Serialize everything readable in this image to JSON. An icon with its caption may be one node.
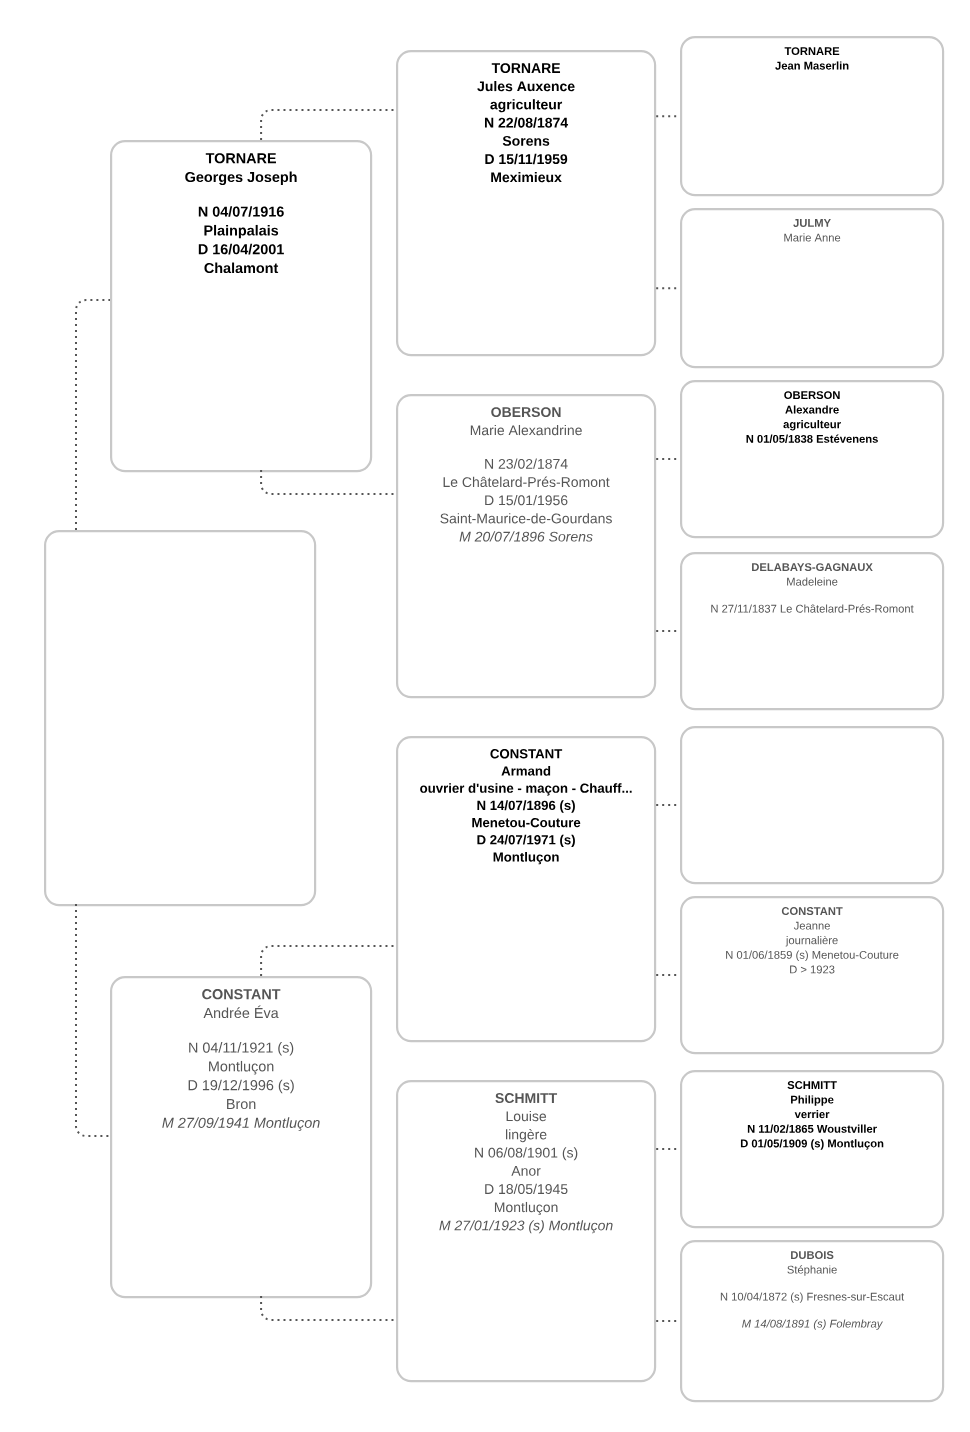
{
  "diagram": {
    "nodes": [
      {
        "text": [],
        "shape": "box"
      },
      {
        "text": [
          "TORNARE",
          "Georges Joseph",
          "N 04/07/1916",
          "Plainpalais",
          "D 16/04/2001",
          "Chalamont"
        ]
      },
      {
        "text": [
          "CONSTANT",
          "Andrée Éva",
          "N 04/11/1921 (s)",
          "Montluçon",
          "D 19/12/1996 (s)",
          "Bron",
          "M 27/09/1941  Montluçon"
        ]
      },
      {
        "text": [
          "TORNARE",
          "Jules Auxence",
          "agriculteur",
          "N 22/08/1874",
          "Sorens",
          "D 15/11/1959",
          "Meximieux"
        ]
      },
      {
        "text": [
          "OBERSON",
          "Marie Alexandrine",
          "N 23/02/1874",
          "Le Châtelard-Prés-Romont",
          "D 15/01/1956",
          "Saint-Maurice-de-Gourdans",
          "M 20/07/1896  Sorens"
        ]
      },
      {
        "text": [
          "CONSTANT",
          "Armand",
          "ouvrier d'usine - maçon - Chauff...",
          "N 14/07/1896 (s)",
          "Menetou-Couture",
          "D 24/07/1971 (s)",
          "Montluçon"
        ]
      },
      {
        "text": [
          "SCHMITT",
          "Louise",
          "lingère",
          "N 06/08/1901 (s)",
          "Anor",
          "D 18/05/1945",
          "Montluçon",
          "M 27/01/1923 (s)  Montluçon"
        ]
      },
      {
        "text": [
          "TORNARE",
          "Jean Maserlin"
        ]
      },
      {
        "text": [
          "JULMY",
          "Marie Anne"
        ]
      },
      {
        "text": [
          "OBERSON",
          "Alexandre",
          "agriculteur",
          "N 01/05/1838  Estévenens"
        ]
      },
      {
        "text": [
          "DELABAYS-GAGNAUX",
          "Madeleine",
          "N 27/11/1837 Le Châtelard-Prés-Romont"
        ]
      },
      {
        "text": [],
        "shape": "box"
      },
      {
        "text": [
          "CONSTANT",
          "Jeanne",
          "journalière",
          "N 01/06/1859 (s)  Menetou-Couture",
          "D > 1923"
        ]
      },
      {
        "text": [
          "SCHMITT",
          "Philippe",
          "verrier",
          "N 11/02/1865  Woustviller",
          "D 01/05/1909 (s)  Montluçon"
        ]
      },
      {
        "text": [
          "DUBOIS",
          "Stéphanie",
          "N 10/04/1872 (s)  Fresnes-sur-Escaut",
          "M 14/08/1891 (s)  Folembray"
        ]
      }
    ],
    "edges": [
      {
        "from": 0,
        "to": 1,
        "arrow": "none",
        "style": "dashed"
      },
      {
        "from": 0,
        "to": 2,
        "arrow": "none",
        "style": "dashed"
      },
      {
        "from": 1,
        "to": 3,
        "arrow": "none",
        "style": "dashed"
      },
      {
        "from": 1,
        "to": 4,
        "arrow": "none",
        "style": "dashed"
      },
      {
        "from": 2,
        "to": 5,
        "arrow": "none",
        "style": "dashed"
      },
      {
        "from": 2,
        "to": 6,
        "arrow": "none",
        "style": "dashed"
      },
      {
        "from": 3,
        "to": 7,
        "arrow": "none",
        "style": "dashed"
      },
      {
        "from": 3,
        "to": 8,
        "arrow": "none",
        "style": "dashed"
      },
      {
        "from": 4,
        "to": 9,
        "arrow": "none",
        "style": "dashed"
      },
      {
        "from": 4,
        "to": 10,
        "arrow": "none",
        "style": "dashed"
      },
      {
        "from": 5,
        "to": 11,
        "arrow": "none",
        "style": "dashed"
      },
      {
        "from": 5,
        "to": 12,
        "arrow": "none",
        "style": "dashed"
      },
      {
        "from": 6,
        "to": 13,
        "arrow": "none",
        "style": "dashed"
      },
      {
        "from": 6,
        "to": 14,
        "arrow": "none",
        "style": "dashed"
      }
    ]
  }
}
